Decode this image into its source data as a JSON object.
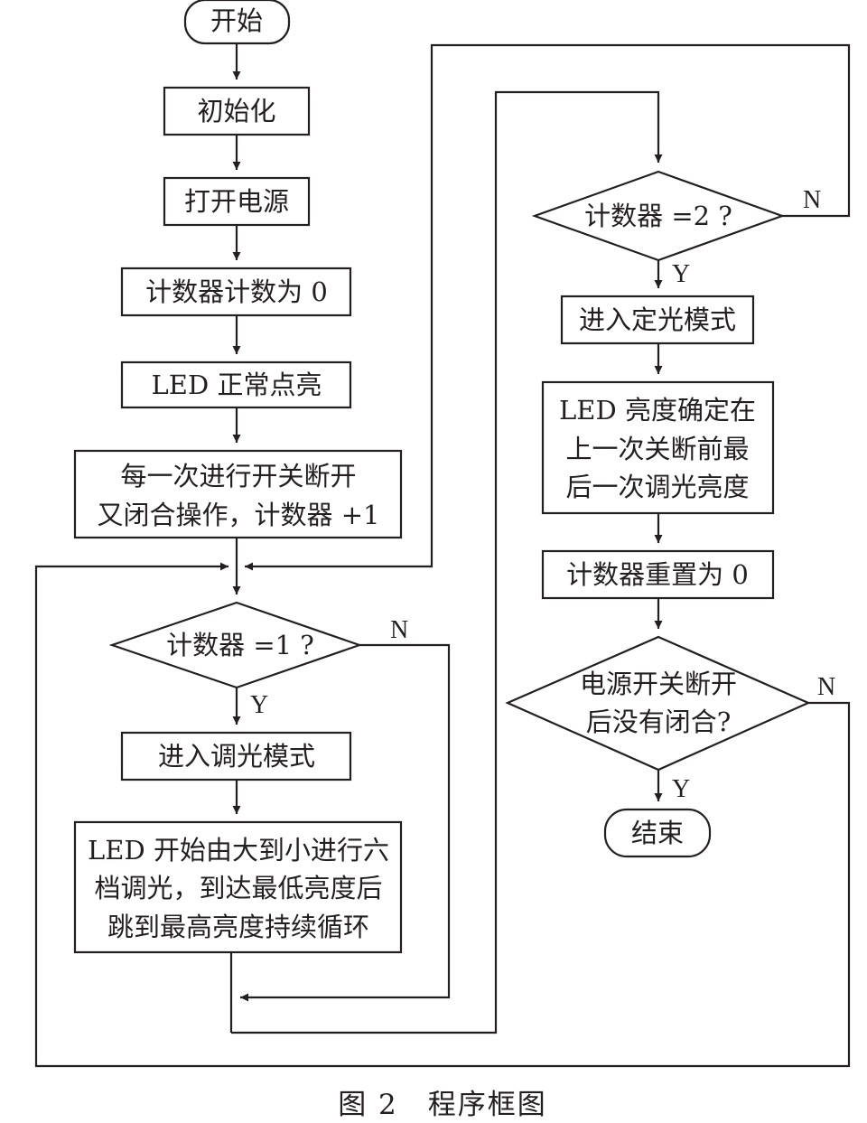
{
  "flowchart": {
    "start": "开始",
    "init": "初始化",
    "power_on": "打开电源",
    "counter_zero": "计数器计数为 0",
    "led_normal": "LED 正常点亮",
    "switch_op": [
      "每一次进行开关断开",
      "又闭合操作，计数器 +1"
    ],
    "decision_1": "计数器 =1 ?",
    "dimming_mode": "进入调光模式",
    "dimming_desc": [
      "LED 开始由大到小进行六",
      "档调光，到达最低亮度后",
      "跳到最高亮度持续循环"
    ],
    "decision_2": "计数器 =2 ?",
    "fixed_mode": "进入定光模式",
    "fixed_desc": [
      "LED 亮度确定在",
      "上一次关断前最",
      "后一次调光亮度"
    ],
    "counter_reset": "计数器重置为 0",
    "decision_3": [
      "电源开关断开",
      "后没有闭合?"
    ],
    "end": "结束",
    "yes": "Y",
    "no": "N"
  },
  "caption": "图 2　程序框图"
}
